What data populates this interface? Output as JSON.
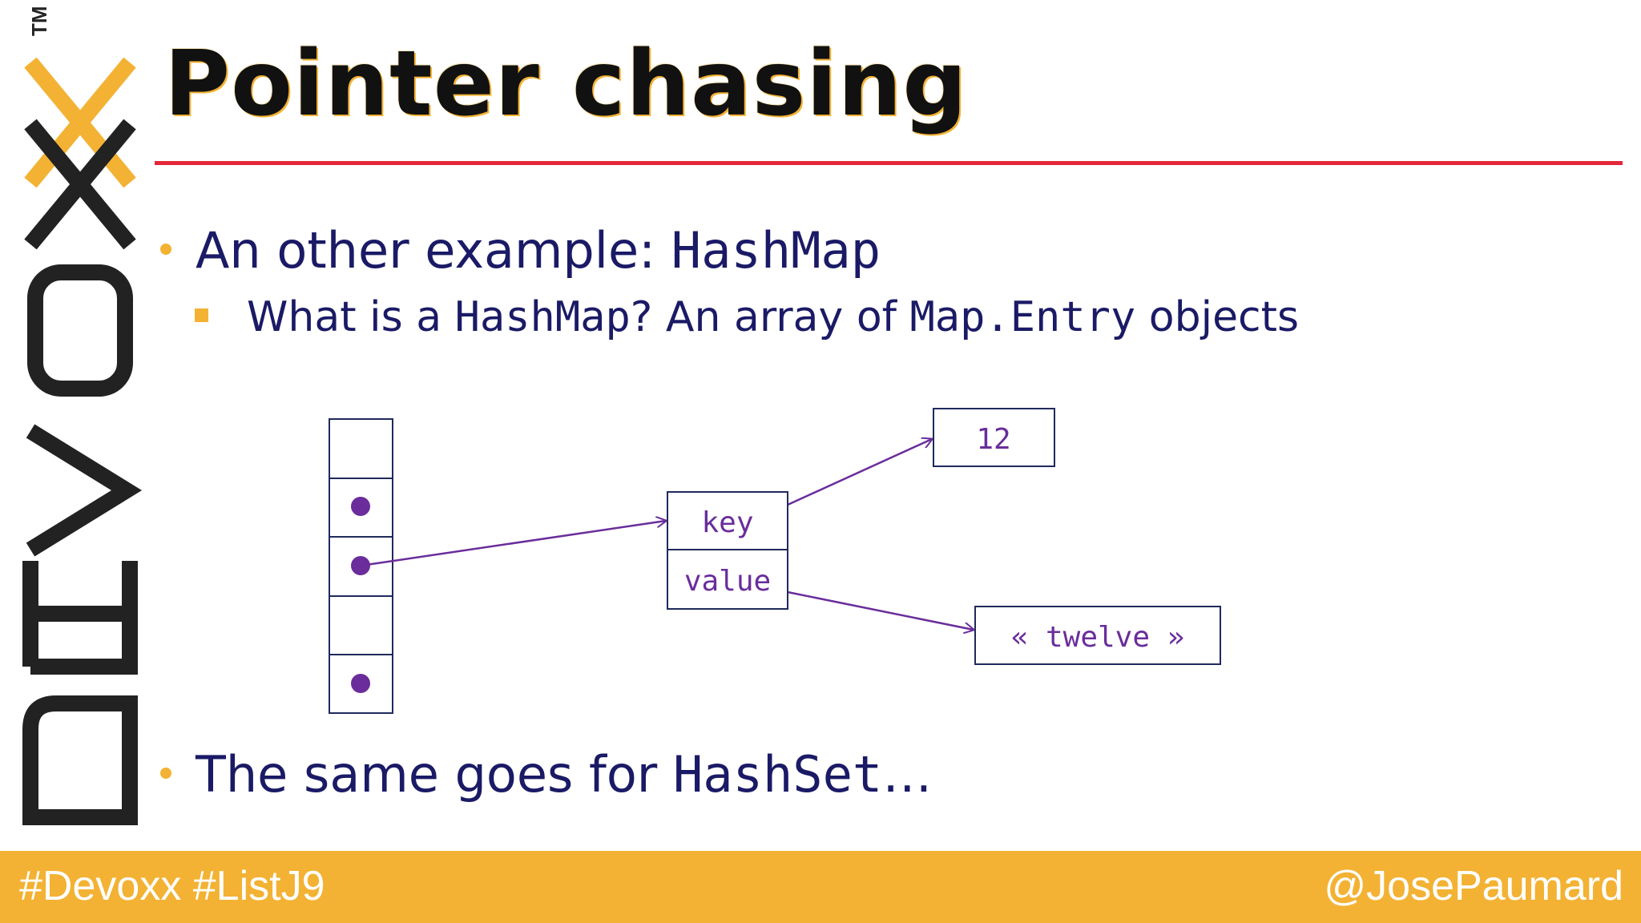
{
  "logo": {
    "text": "DEVOXX",
    "tm": "TM"
  },
  "title": "Pointer chasing",
  "bullets": [
    {
      "level": 1,
      "text": "An other example: ",
      "code": "HashMap"
    },
    {
      "level": 2,
      "text1": "What is a ",
      "code1": "HashMap",
      "text2": "? An array of ",
      "code2": "Map.Entry",
      "text3": " objects"
    },
    {
      "level": 1,
      "text": "The same goes for ",
      "code": "HashSet",
      "suffix": "…"
    }
  ],
  "diagram": {
    "array_slots": [
      "",
      "•",
      "•",
      "",
      "•"
    ],
    "entry": {
      "key": "key",
      "value": "value"
    },
    "key_target": "12",
    "value_target": "« twelve »"
  },
  "footer": {
    "hashtags": "#Devoxx #ListJ9",
    "handle": "@JosePaumard"
  },
  "colors": {
    "accent": "#f3b233",
    "rule": "#e3263a",
    "text": "#1a1a66",
    "diagram": "#6a2d9b",
    "box": "#1f2a5c"
  }
}
